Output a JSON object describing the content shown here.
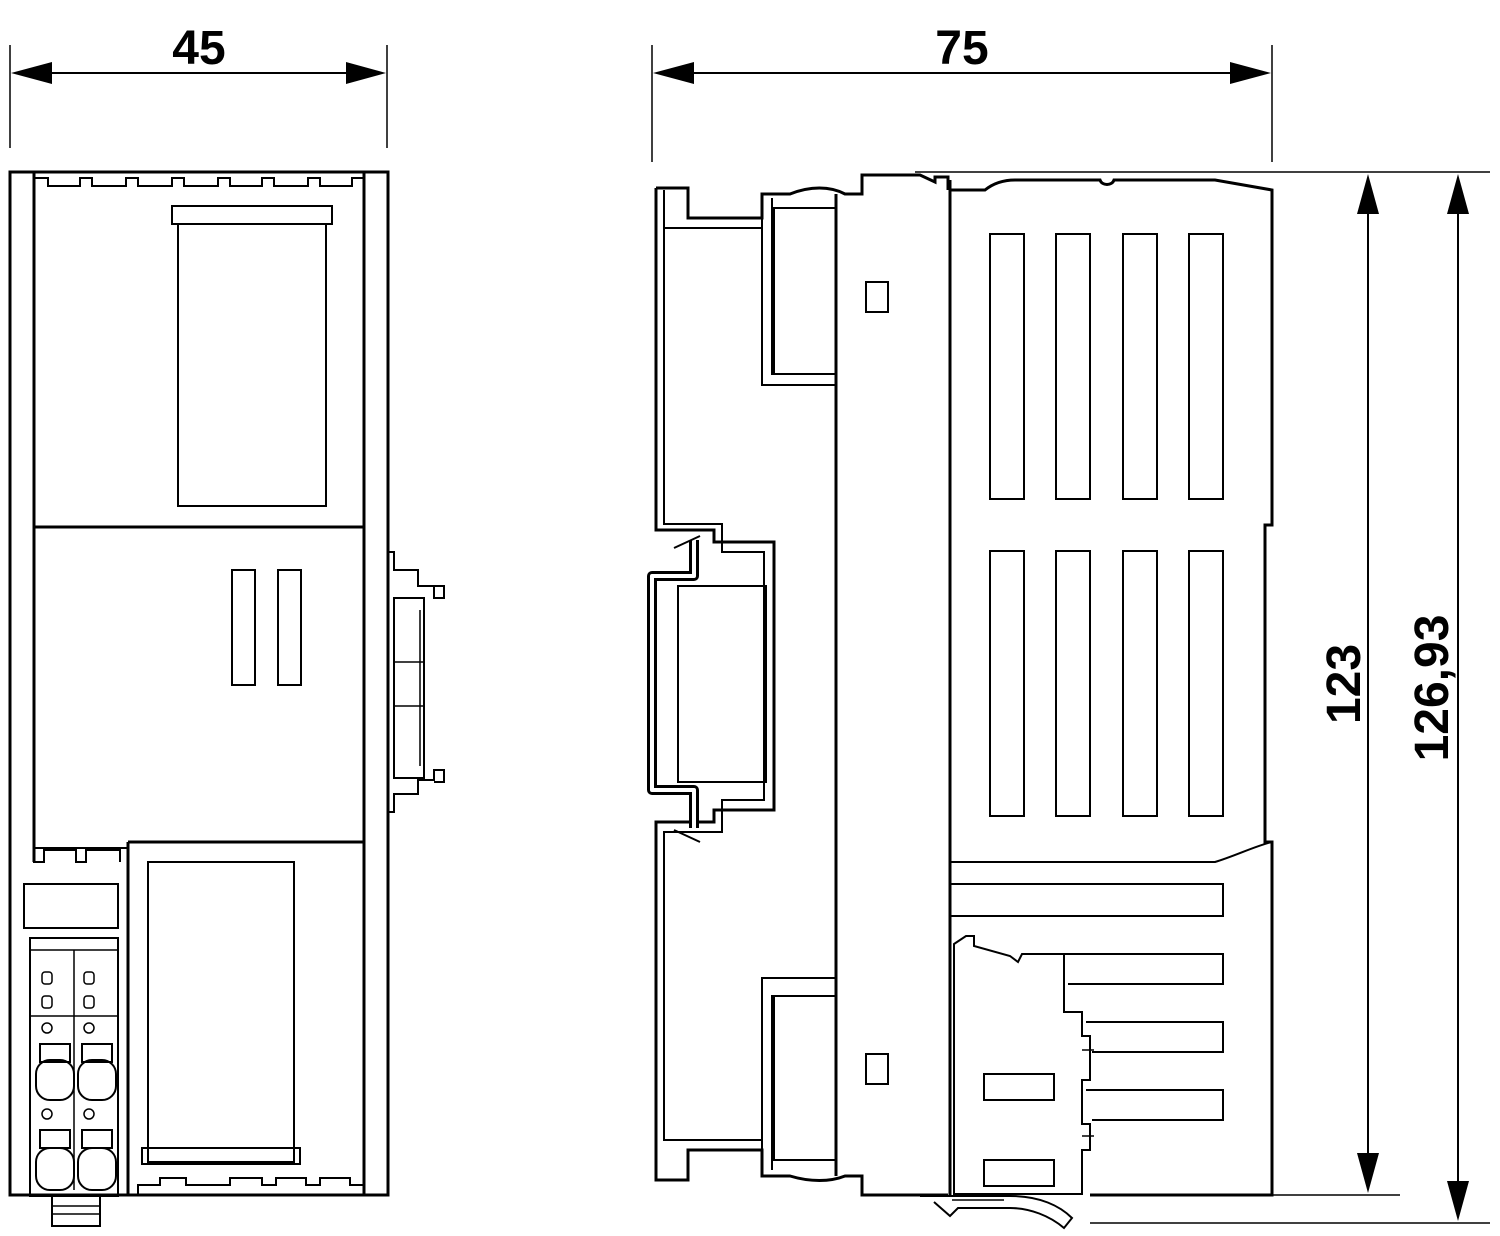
{
  "dimensions": {
    "front_width": "45",
    "side_depth": "75",
    "height_housing": "123",
    "height_total": "126,93"
  }
}
